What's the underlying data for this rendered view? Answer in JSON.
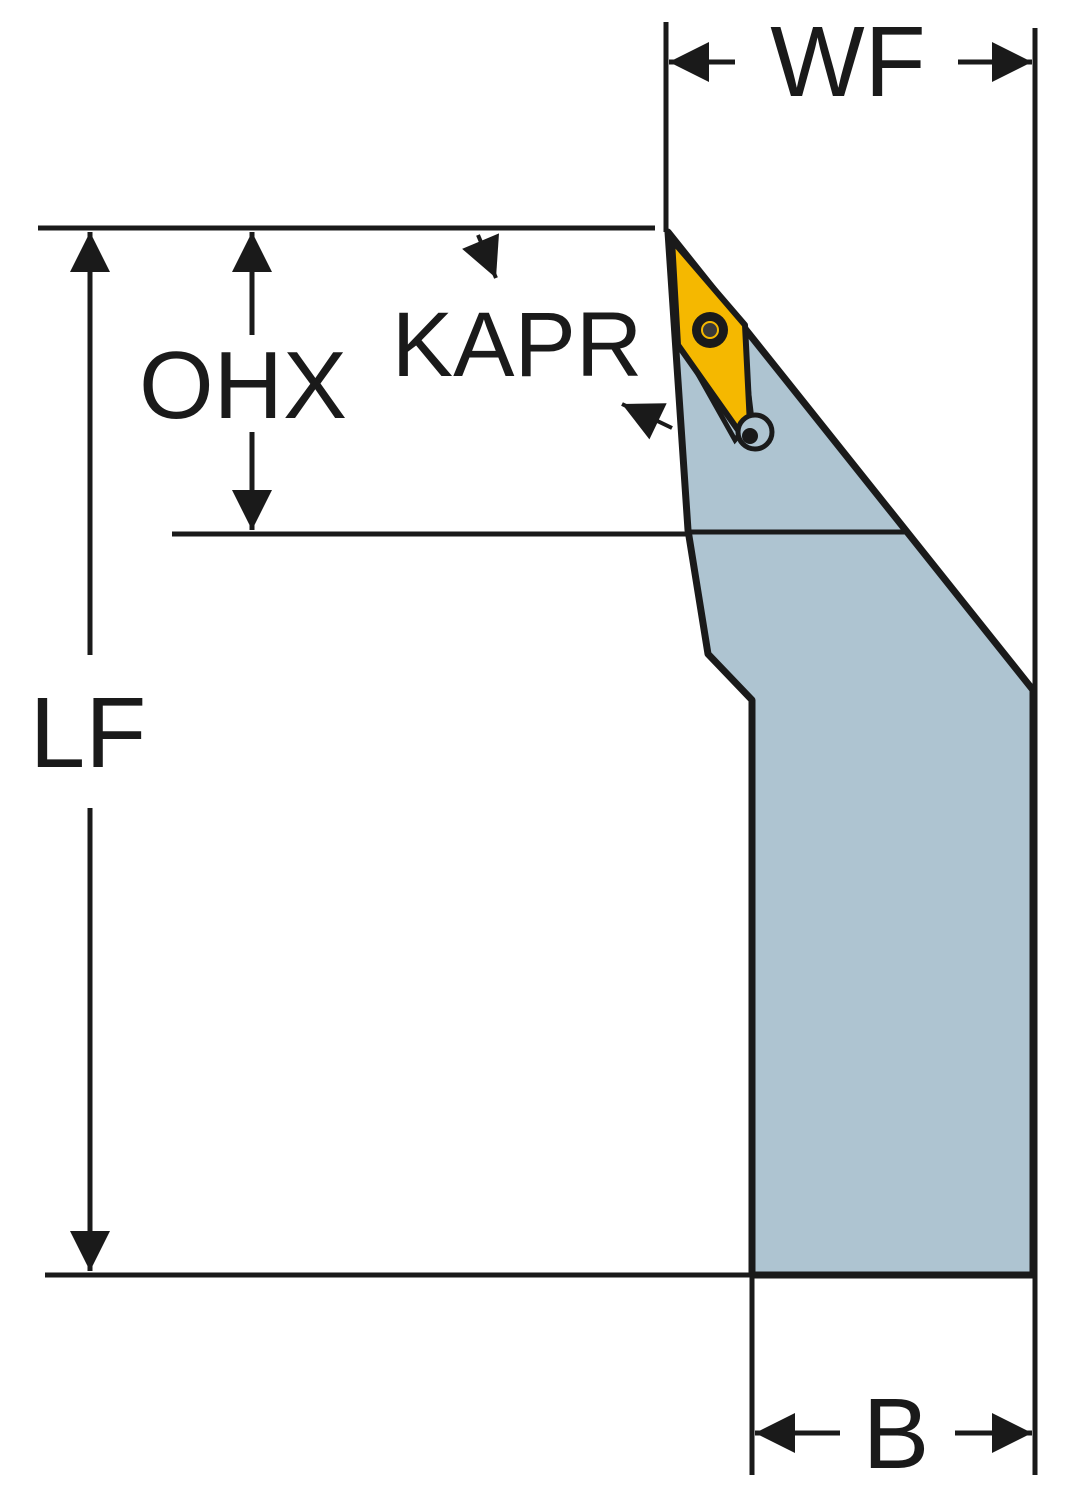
{
  "labels": {
    "wf": "WF",
    "kapr": "KAPR",
    "ohx": "OHX",
    "lf": "LF",
    "b": "B"
  },
  "colors": {
    "holder": "#aec4d1",
    "insert": "#f5b800",
    "line": "#1a1a1a",
    "background": "#ffffff"
  },
  "icons": {
    "insert_screw": "torx-screw-icon"
  }
}
